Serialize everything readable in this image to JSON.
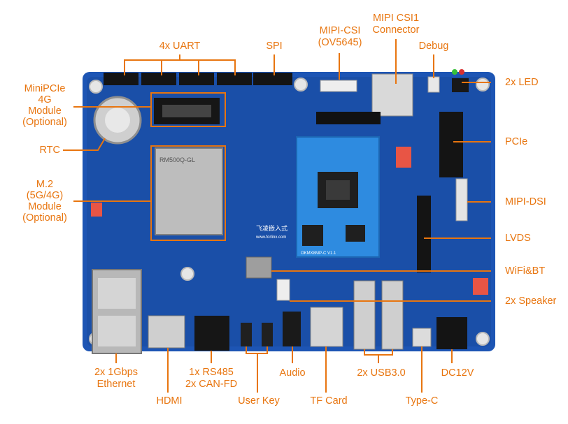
{
  "labels": {
    "uart": "4x UART",
    "spi": "SPI",
    "mipi_csi": "MIPI-CSI\n(OV5645)",
    "mipi_csi1": "MIPI CSI1\nConnector",
    "debug": "Debug",
    "led": "2x LED",
    "minipcie": "MiniPCIe\n4G\nModule\n(Optional)",
    "rtc": "RTC",
    "m2": "M.2\n(5G/4G)\nModule\n(Optional)",
    "pcie": "PCIe",
    "mipi_dsi": "MIPI-DSI",
    "lvds": "LVDS",
    "wifi": "WiFi&BT",
    "speaker": "2x Speaker",
    "ethernet": "2x 1Gbps\nEthernet",
    "hdmi": "HDMI",
    "rs485": "1x RS485\n2x CAN-FD",
    "user_key": "User Key",
    "audio": "Audio",
    "tf_card": "TF Card",
    "usb": "2x USB3.0",
    "typec": "Type-C",
    "dc": "DC12V"
  },
  "board_text": {
    "module_brand": "飞凌嵌入式",
    "module_url": "www.forlinx.com",
    "module_model": "OKMX8MP-C V1.1",
    "m2_module": "RM500Q-GL"
  },
  "colors": {
    "accent": "#e8750f",
    "pcb": "#1d55b4",
    "pcb_dark": "#123e8f",
    "som": "#2e8be0"
  }
}
